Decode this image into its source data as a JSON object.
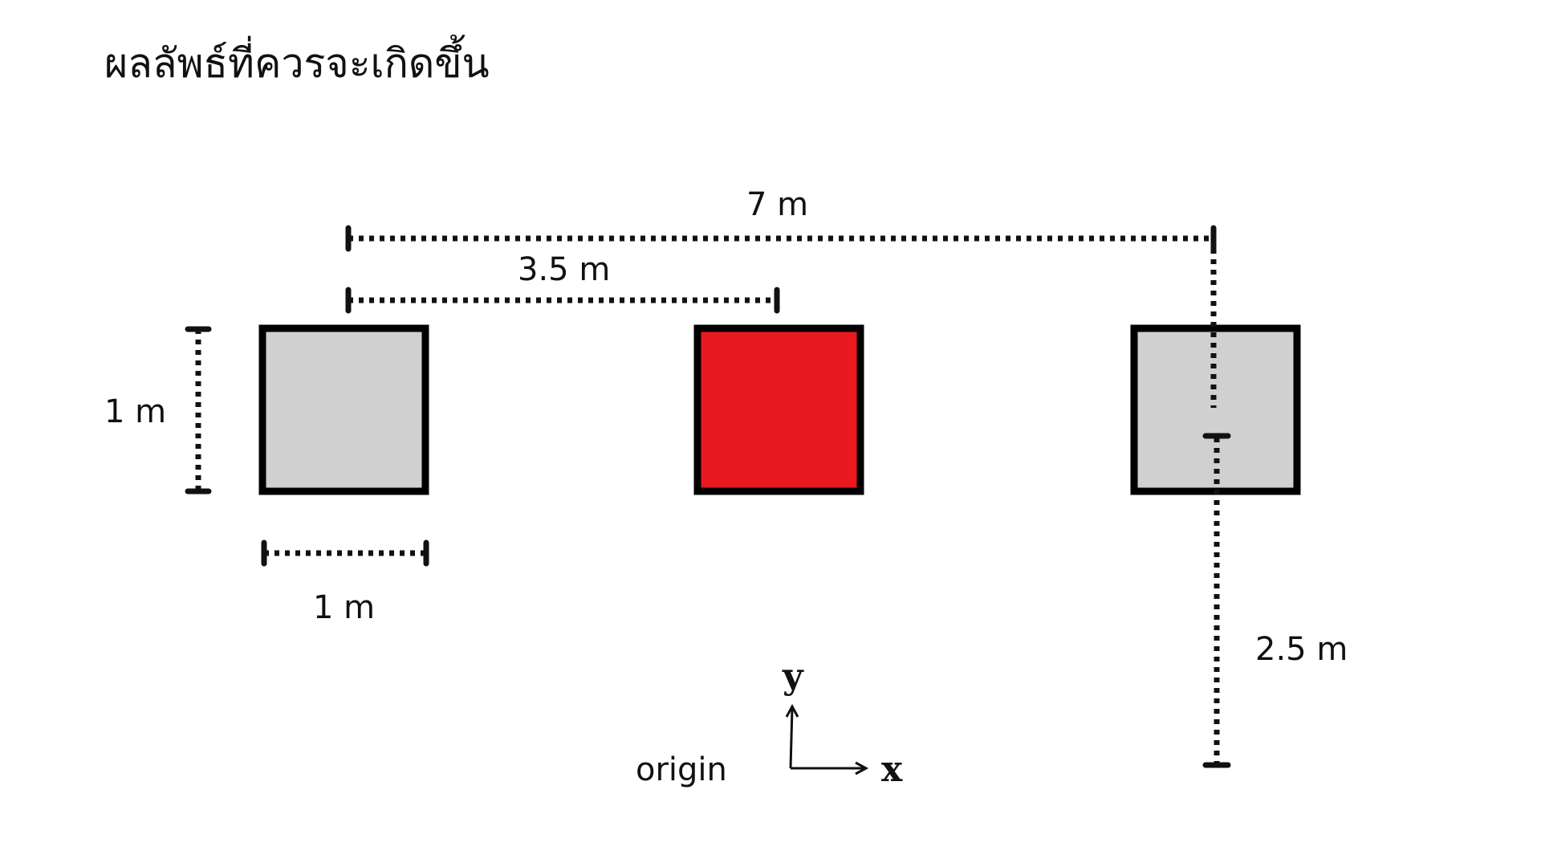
{
  "title": "ผลลัพธ์ที่ควรจะเกิดขึ้น",
  "objects": [
    {
      "name": "left-box",
      "color": "#d0d0d0"
    },
    {
      "name": "center-box",
      "color": "#e8191f"
    },
    {
      "name": "right-box",
      "color": "#d0d0d0"
    }
  ],
  "dimensions": {
    "total_width": "7 m",
    "half_width": "3.5 m",
    "box_height": "1 m",
    "box_width": "1 m",
    "offset_y": "2.5 m"
  },
  "axes": {
    "origin_label": "origin",
    "x_label": "x",
    "y_label": "y"
  }
}
